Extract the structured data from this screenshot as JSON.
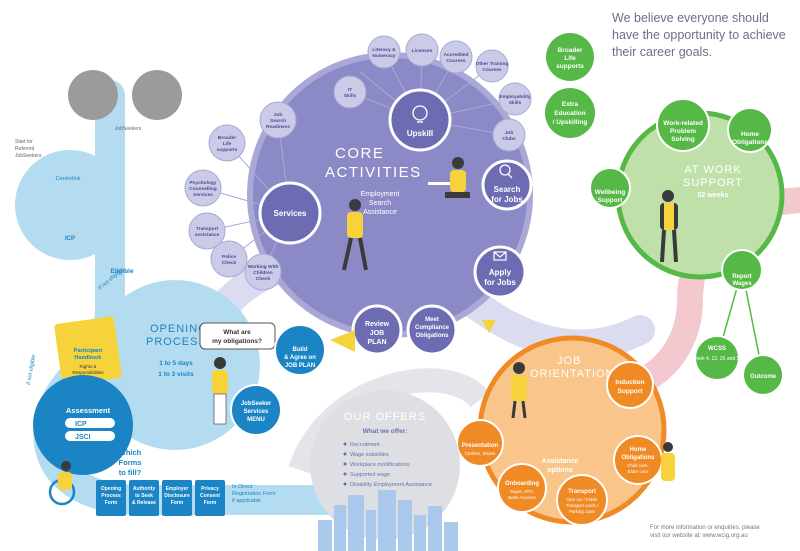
{
  "tagline": "We believe everyone should have the opportunity to achieve their career goals.",
  "footer": {
    "line1": "For more information or enquiries, please",
    "line2": "visit our website at: www.wcig.org.au"
  },
  "core": {
    "title_line1": "CORE",
    "title_line2": "ACTIVITIES",
    "employment_line1": "Employment",
    "employment_line2": "Search",
    "employment_line3": "Assistance"
  },
  "core_nodes": {
    "upskill": "Upskill",
    "services": "Services",
    "search_line1": "Search",
    "search_line2": "for Jobs",
    "apply_line1": "Apply",
    "apply_line2": "for Jobs",
    "review_line1": "Review",
    "review_line2": "JOB",
    "review_line3": "PLAN",
    "meet_line1": "Meet",
    "meet_line2": "Compliance",
    "meet_line3": "Obligations"
  },
  "upskill_items": [
    "IT Skills",
    "Literacy & Numeracy",
    "Licences",
    "Accredited Courses",
    "Other Training Courses",
    "Employability Skills",
    "Job Clubs"
  ],
  "services_items": [
    "Job Search Readiness",
    "Broader Life supports",
    "Psychology Counselling Services",
    "Transport assistance",
    "Police Check",
    "Working With Children Check"
  ],
  "right_green": {
    "broader_line1": "Broader",
    "broader_line2": "Life",
    "broader_line3": "supports",
    "extra_line1": "Extra",
    "extra_line2": "Education",
    "extra_line3": "/ Upskilling",
    "work_line1": "Work-related",
    "work_line2": "Problem",
    "work_line3": "Solving",
    "home_line1": "Home",
    "home_line2": "Obligations",
    "wellbeing_line1": "Wellbeing",
    "wellbeing_line2": "Support",
    "atwork_line1": "AT WORK",
    "atwork_line2": "SUPPORT",
    "atwork_weeks": "52 weeks",
    "report_line1": "Report",
    "report_line2": "Wages",
    "wcss": "WCSS",
    "wcss_weeks": "(Week 4, 13, 26 and 52)",
    "outcome": "Outcome"
  },
  "opening": {
    "title_line1": "OPENING",
    "title_line2": "PROCESS",
    "days": "1 to 5 days",
    "visits": "1 to 3 visits",
    "bubble_line1": "What are",
    "bubble_line2": "my obligations?",
    "menu_line1": "JobSeeker",
    "menu_line2": "Services",
    "menu_line3": "MENU",
    "build_line1": "Build",
    "build_line2": "& Agree on",
    "build_line3": "JOB PLAN",
    "eligible": "Eligible",
    "participant_line1": "Participant",
    "participant_line2": "Handbook",
    "participant_line3": "Rights &",
    "participant_line4": "Responsibilities"
  },
  "assessment": {
    "title": "Assessment",
    "icp": "ICP",
    "jsci": "JSCI"
  },
  "forms": {
    "question_line1": "Which",
    "question_line2": "Forms",
    "question_line3": "to fill?",
    "items": [
      {
        "line1": "Opening",
        "line2": "Process",
        "line3": "Form"
      },
      {
        "line1": "Authority",
        "line2": "to Seek",
        "line3": "& Release"
      },
      {
        "line1": "Employer",
        "line2": "Disclosure",
        "line3": "Form"
      },
      {
        "line1": "Privacy",
        "line2": "Consent",
        "line3": "Form"
      }
    ],
    "direct_line1": "In Direct",
    "direct_line2": "Registration Form",
    "direct_line3": "if applicable"
  },
  "job_orientation": {
    "title_line1": "JOB",
    "title_line2": "ORIENTATION",
    "induction_line1": "Induction",
    "induction_line2": "Support",
    "presentation_line1": "Presentation",
    "presentation_line2": "Clothes, Shoes",
    "assistance_line1": "Assistance",
    "assistance_line2": "options",
    "onboarding_line1": "Onboarding",
    "onboarding_line2": "Super, ATO,",
    "onboarding_line3": "Bank Account",
    "transport_line1": "Transport",
    "transport_line2": "Own car / Public",
    "transport_line3": "Transport cards /",
    "transport_line4": "Parking costs",
    "home_line1": "Home",
    "home_line2": "Obligations",
    "home_line3": "Child care,",
    "home_line4": "Elder care"
  },
  "offers": {
    "title": "OUR OFFERS",
    "subtitle": "What we offer:",
    "items": [
      "Recruitment",
      "Wage subsidies",
      "Workplace modifications",
      "Supported wage",
      "Disability Employment Assistance"
    ]
  },
  "left_loop": {
    "label_jobseeker": "JobSeekers",
    "label_centrelink": "Centrelink",
    "label_icp": "ICP",
    "label_not_eligible": "if not eligible",
    "label_not_eligible2": "If not eligible",
    "start_line1": "Start for",
    "start_line2": "Referred",
    "start_line3": "JobSeekers"
  },
  "colors": {
    "purple": "#8b8ac7",
    "purple_dark": "#6d6cb2",
    "lavender": "#c9cbe7",
    "green": "#56b846",
    "green_light": "#bfe0a9",
    "orange": "#f08a24",
    "orange_light": "#f9c58a",
    "blue": "#1b84c4",
    "blue_light": "#b4dcf0",
    "yellow": "#f6d33b",
    "pink": "#f3c9cf",
    "gray": "#dedfe3"
  }
}
